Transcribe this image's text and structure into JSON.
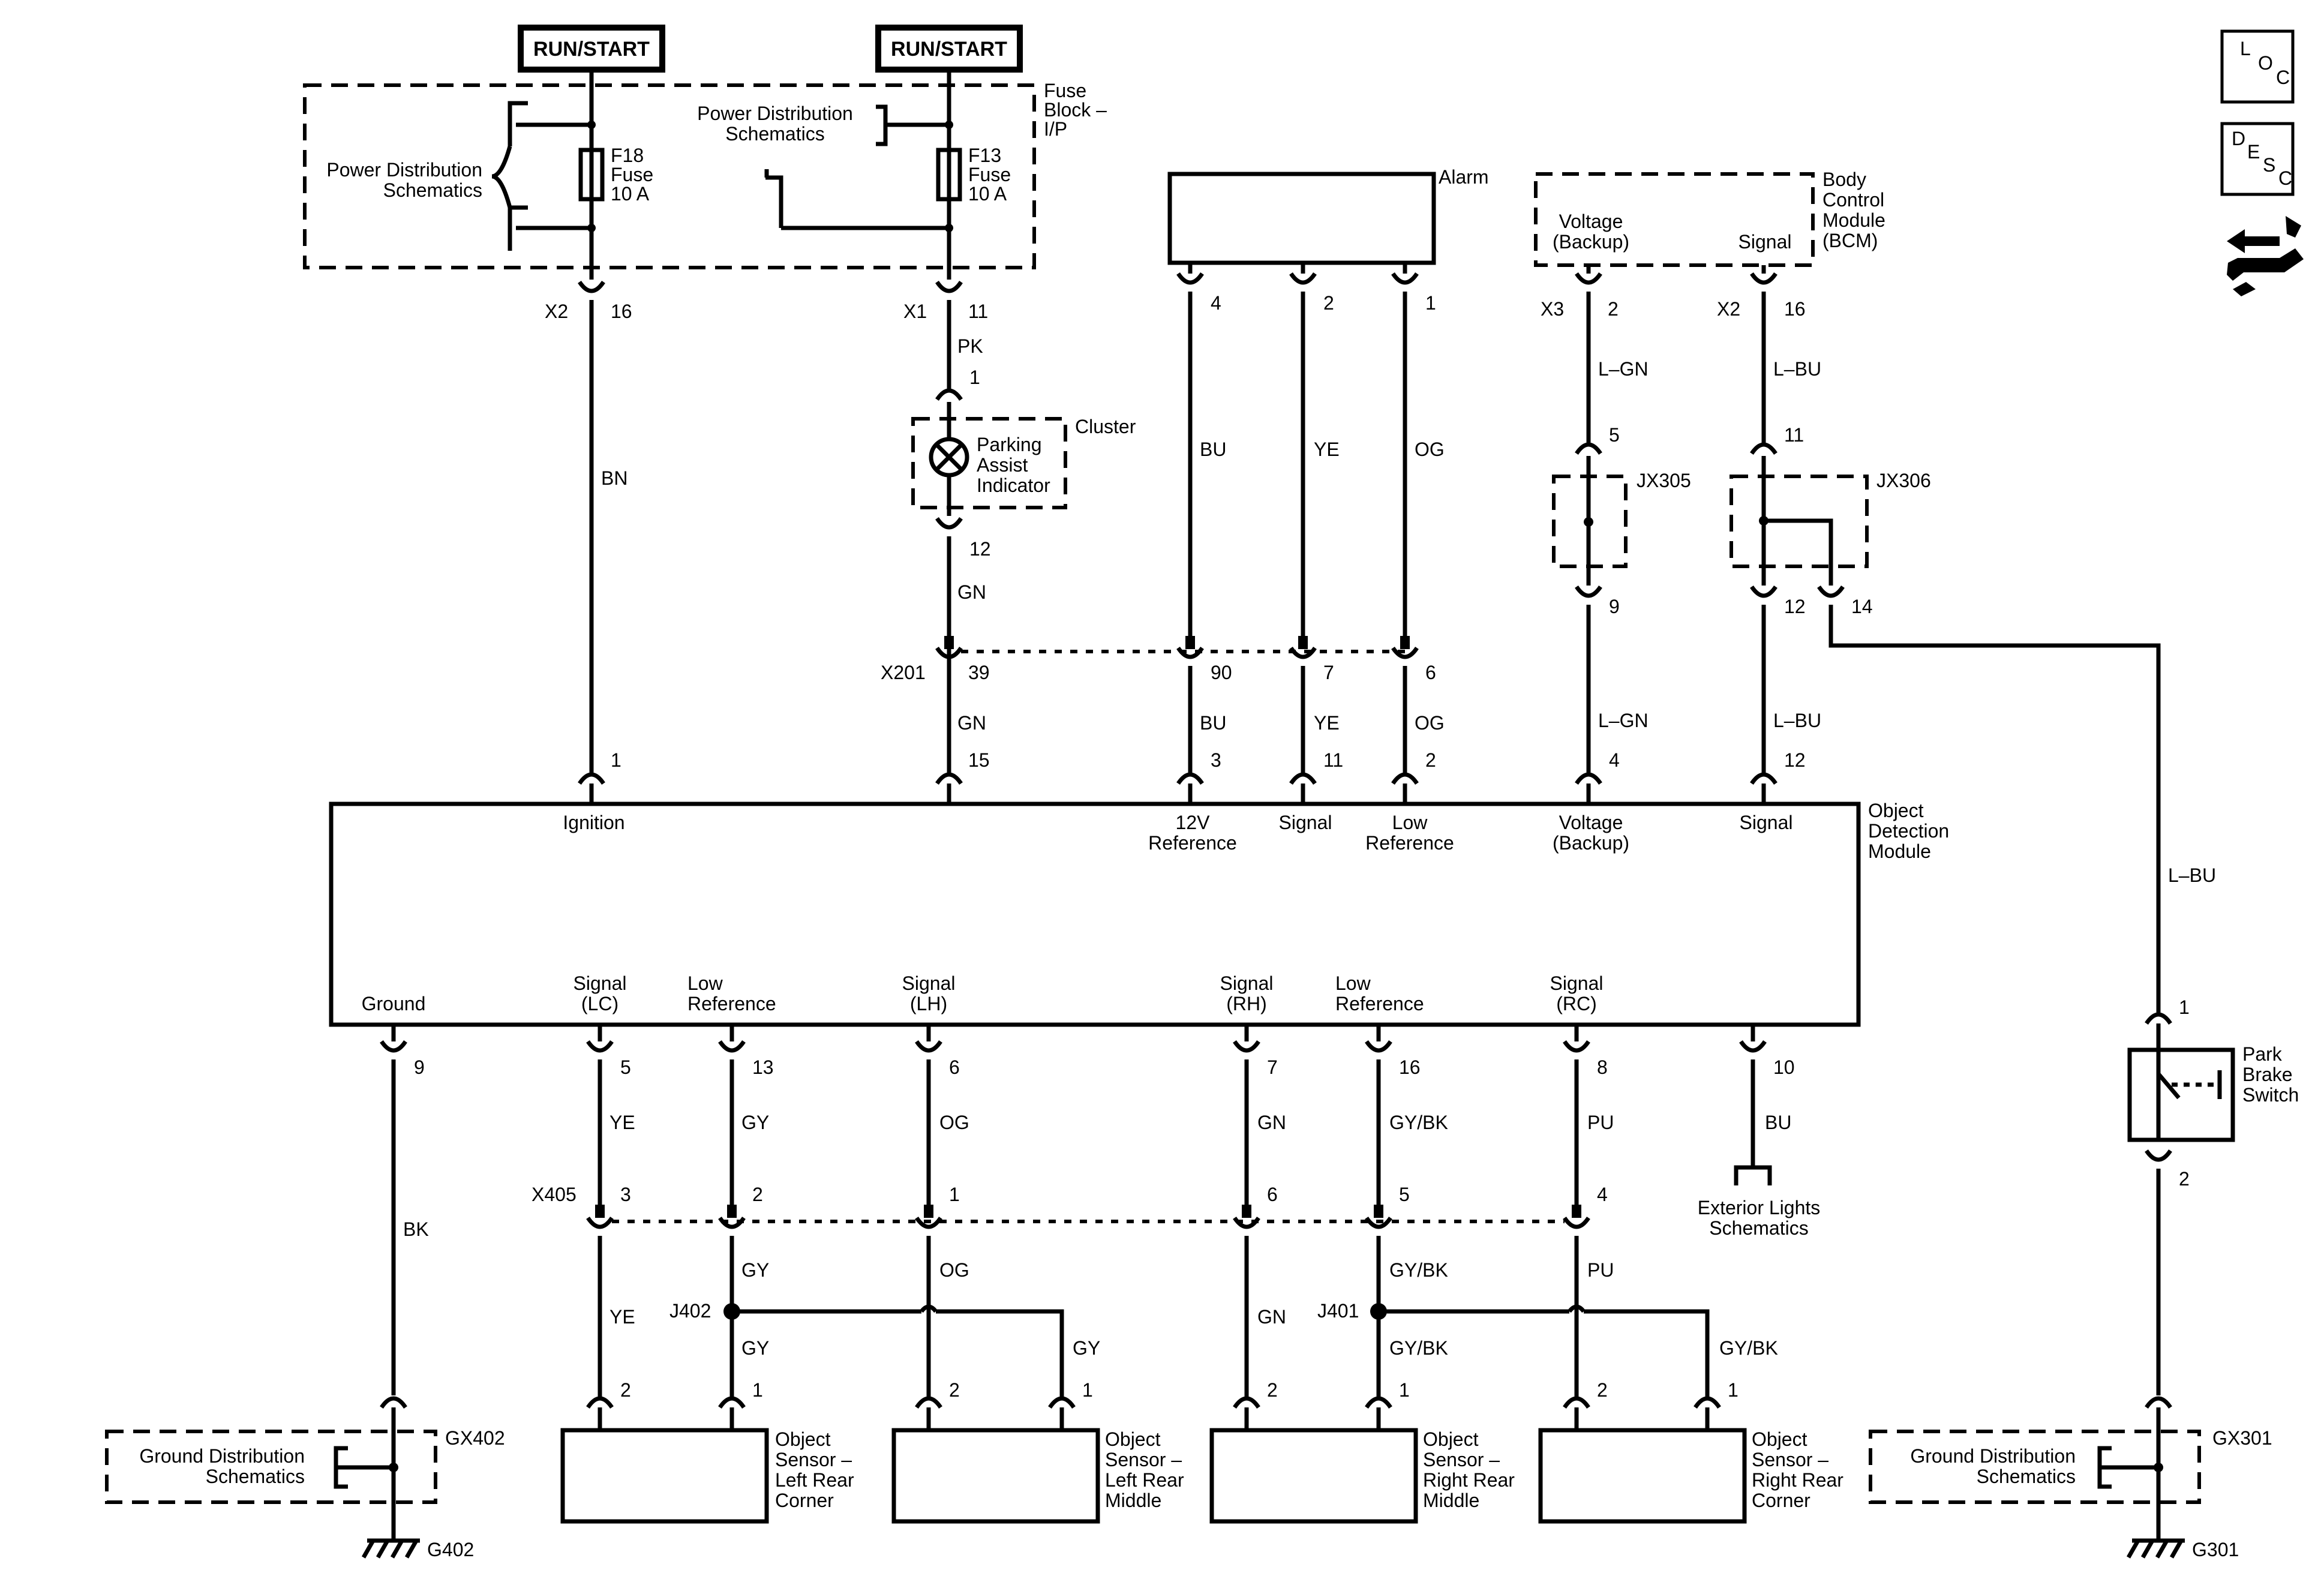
{
  "power": {
    "run_start_1": "RUN/START",
    "run_start_2": "RUN/START",
    "pds_left": [
      "Power Distribution",
      "Schematics"
    ],
    "pds_mid": [
      "Power Distribution",
      "Schematics"
    ],
    "fuse_block": [
      "Fuse",
      "Block –",
      "I/P"
    ],
    "f18": [
      "F18",
      "Fuse",
      "10 A"
    ],
    "f13": [
      "F13",
      "Fuse",
      "10 A"
    ],
    "x2_16": {
      "conn": "X2",
      "pin": "16"
    },
    "x1_11": {
      "conn": "X1",
      "pin": "11"
    }
  },
  "wires": {
    "bn": "BN",
    "pk": "PK",
    "gn_upper": "GN",
    "gn_lower": "GN",
    "bu_top": "BU",
    "ye_top": "YE",
    "og_top": "OG",
    "bu_mid": "BU",
    "ye_mid": "YE",
    "og_mid": "OG",
    "lgn_top": "L–GN",
    "lbu_top": "L–BU",
    "lgn_mid": "L–GN",
    "lbu_mid": "L–BU",
    "lbu_right": "L–BU",
    "bk": "BK",
    "ye_b1": "YE",
    "gy_b1": "GY",
    "og_b1": "OG",
    "gn_b1": "GN",
    "gybk_b1": "GY/BK",
    "pu_b1": "PU",
    "bu_b1": "BU",
    "gy_b2": "GY",
    "og_b2": "OG",
    "gybk_b2": "GY/BK",
    "pu_b2": "PU",
    "ye_b3": "YE",
    "gy_b3": "GY",
    "gy_b3b": "GY",
    "gn_b3": "GN",
    "gybk_b3": "GY/BK",
    "gybk_b3b": "GY/BK"
  },
  "cluster": {
    "label": "Cluster",
    "indicator": [
      "Parking",
      "Assist",
      "Indicator"
    ],
    "pin1": "1",
    "pin12": "12"
  },
  "alarm": {
    "label": "Alarm",
    "pins": [
      "4",
      "2",
      "1"
    ]
  },
  "bcm": {
    "label": [
      "Body",
      "Control",
      "Module",
      "(BCM)"
    ],
    "voltage": [
      "Voltage",
      "(Backup)"
    ],
    "signal": "Signal",
    "x3_2": {
      "conn": "X3",
      "pin": "2"
    },
    "x2_16": {
      "conn": "X2",
      "pin": "16"
    }
  },
  "splices": {
    "jx305": "JX305",
    "jx306": "JX306",
    "jx305_pin_top": "5",
    "jx305_pin_bot": "9",
    "jx306_pin_top": "11",
    "jx306_pin_bot": "12",
    "jx306_pin_branch": "14",
    "j402": "J402",
    "j401": "J401"
  },
  "x201": {
    "conn": "X201",
    "pins": [
      "39",
      "90",
      "7",
      "6"
    ]
  },
  "odm": {
    "title": [
      "Object",
      "Detection",
      "Module"
    ],
    "top_pins": [
      "1",
      "15",
      "3",
      "11",
      "2",
      "4",
      "12"
    ],
    "top_labels": {
      "ignition": "Ignition",
      "ref12v": [
        "12V",
        "Reference"
      ],
      "signal": "Signal",
      "lowref": [
        "Low",
        "Reference"
      ],
      "voltage": [
        "Voltage",
        "(Backup)"
      ],
      "signal2": "Signal"
    },
    "bottom_labels": {
      "ground": "Ground",
      "signal_lc": [
        "Signal",
        "(LC)"
      ],
      "lowref_l": [
        "Low",
        "Reference"
      ],
      "signal_lh": [
        "Signal",
        "(LH)"
      ],
      "signal_rh": [
        "Signal",
        "(RH)"
      ],
      "lowref_r": [
        "Low",
        "Reference"
      ],
      "signal_rc": [
        "Signal",
        "(RC)"
      ]
    },
    "bottom_pins": [
      "9",
      "5",
      "13",
      "6",
      "7",
      "16",
      "8",
      "10"
    ]
  },
  "x405": {
    "conn": "X405",
    "pins": [
      "3",
      "2",
      "1",
      "6",
      "5",
      "4"
    ]
  },
  "exterior_lights": [
    "Exterior Lights",
    "Schematics"
  ],
  "ground": {
    "gds_left": [
      "Ground Distribution",
      "Schematics"
    ],
    "gds_right": [
      "Ground Distribution",
      "Schematics"
    ],
    "gx402": "GX402",
    "gx301": "GX301",
    "g402": "G402",
    "g301": "G301"
  },
  "park_brake": {
    "label": [
      "Park",
      "Brake",
      "Switch"
    ],
    "pin_top": "1",
    "pin_bot": "2"
  },
  "sensors": [
    {
      "label": [
        "Object",
        "Sensor –",
        "Left Rear",
        "Corner"
      ],
      "pins": [
        "2",
        "1"
      ]
    },
    {
      "label": [
        "Object",
        "Sensor –",
        "Left Rear",
        "Middle"
      ],
      "pins": [
        "2",
        "1"
      ]
    },
    {
      "label": [
        "Object",
        "Sensor –",
        "Right Rear",
        "Middle"
      ],
      "pins": [
        "2",
        "1"
      ]
    },
    {
      "label": [
        "Object",
        "Sensor –",
        "Right Rear",
        "Corner"
      ],
      "pins": [
        "2",
        "1"
      ]
    }
  ],
  "icons": {
    "loc": [
      "L",
      "O",
      "C"
    ],
    "desc": [
      "D",
      "E",
      "S",
      "C"
    ],
    "nav_icon": "hand-arrows-icon"
  }
}
